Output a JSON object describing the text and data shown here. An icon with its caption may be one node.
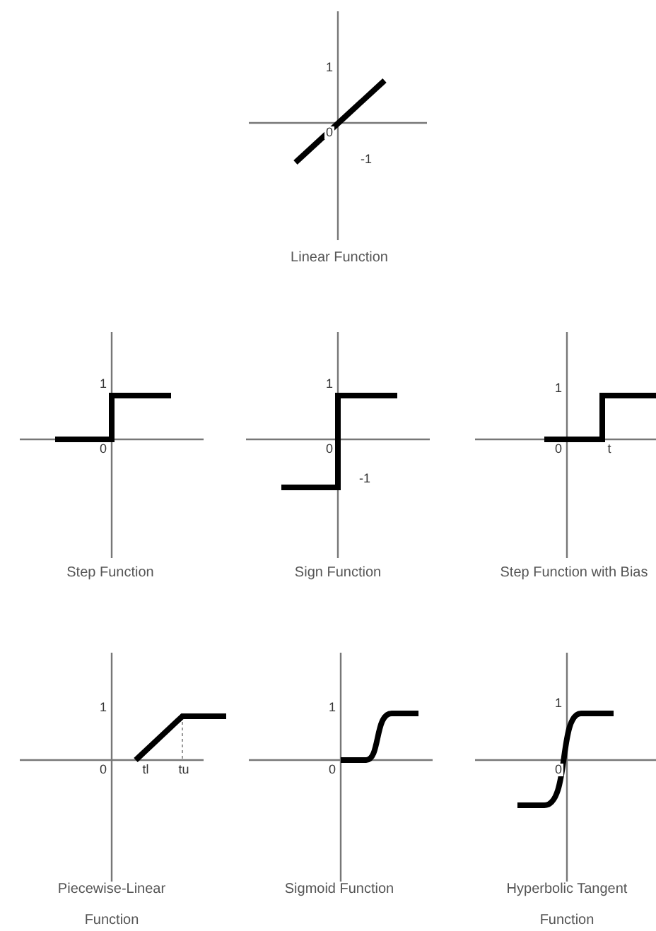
{
  "diagram": {
    "labels": [
      "1",
      "0",
      "-1",
      "Linear Function",
      "1",
      "0",
      "Step Function",
      "1",
      "0",
      "-1",
      "Sign Function",
      "1",
      "0",
      "t",
      "Step Function with Bias",
      "1",
      "0",
      "tl",
      "tu",
      "Piecewise-Linear Function",
      "1",
      "0",
      "Sigmoid Function",
      "1",
      "0",
      "Hyperbolic Tangent Function"
    ]
  }
}
